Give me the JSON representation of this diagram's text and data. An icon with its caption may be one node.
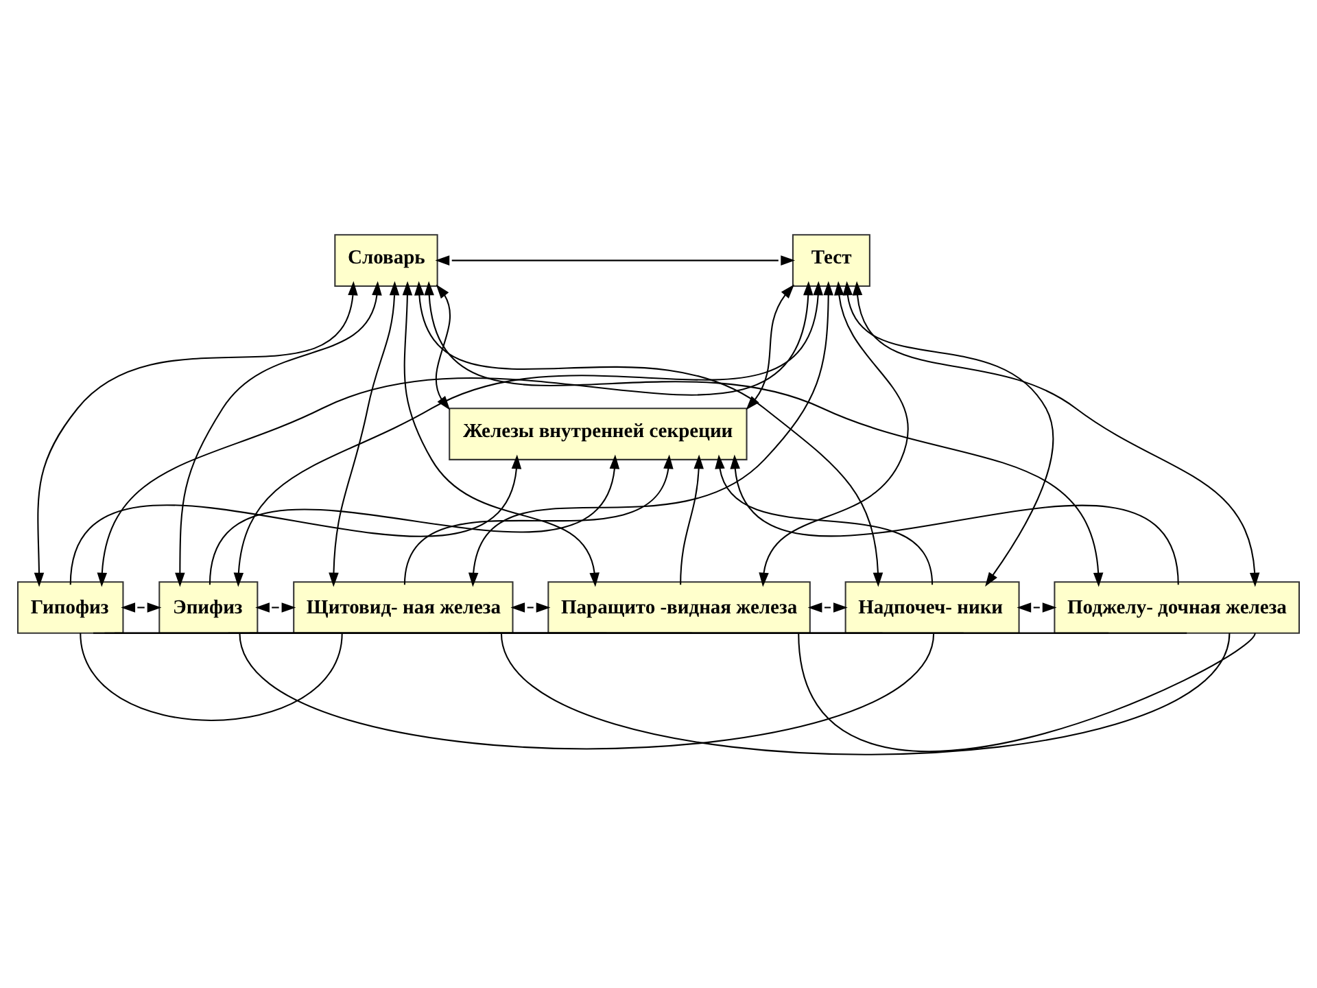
{
  "diagram": {
    "nodes": [
      {
        "text": [
          "Словарь"
        ]
      },
      {
        "text": [
          "Тест"
        ]
      },
      {
        "text": [
          "Железы внутренней секреции"
        ]
      },
      {
        "text": [
          "Гипофиз"
        ]
      },
      {
        "text": [
          "Эпифиз"
        ]
      },
      {
        "text": [
          "Щитовид- ная железа"
        ]
      },
      {
        "text": [
          "Паращито -видная железа"
        ]
      },
      {
        "text": [
          "Надпочеч- ники"
        ]
      },
      {
        "text": [
          "Поджелу- дочная железа"
        ]
      }
    ],
    "edges": [
      {
        "from": 0,
        "to": 1,
        "arrow": "both"
      },
      {
        "from": 0,
        "to": 2,
        "arrow": "both"
      },
      {
        "from": 2,
        "to": 1,
        "arrow": "both"
      },
      {
        "from": 0,
        "to": 3,
        "arrow": "both"
      },
      {
        "from": 0,
        "to": 4,
        "arrow": "both"
      },
      {
        "from": 0,
        "to": 5,
        "arrow": "both"
      },
      {
        "from": 0,
        "to": 6,
        "arrow": "both"
      },
      {
        "from": 0,
        "to": 7,
        "arrow": "both"
      },
      {
        "from": 0,
        "to": 8,
        "arrow": "both"
      },
      {
        "from": 1,
        "to": 3,
        "arrow": "both"
      },
      {
        "from": 1,
        "to": 4,
        "arrow": "both"
      },
      {
        "from": 1,
        "to": 5,
        "arrow": "both"
      },
      {
        "from": 1,
        "to": 6,
        "arrow": "both"
      },
      {
        "from": 1,
        "to": 7,
        "arrow": "both"
      },
      {
        "from": 1,
        "to": 8,
        "arrow": "both"
      },
      {
        "from": 3,
        "to": 2,
        "arrow": "to"
      },
      {
        "from": 4,
        "to": 2,
        "arrow": "to"
      },
      {
        "from": 5,
        "to": 2,
        "arrow": "to"
      },
      {
        "from": 6,
        "to": 2,
        "arrow": "to"
      },
      {
        "from": 7,
        "to": 2,
        "arrow": "to"
      },
      {
        "from": 8,
        "to": 2,
        "arrow": "to"
      },
      {
        "from": 3,
        "to": 4,
        "arrow": "both"
      },
      {
        "from": 4,
        "to": 5,
        "arrow": "both"
      },
      {
        "from": 5,
        "to": 6,
        "arrow": "both"
      },
      {
        "from": 6,
        "to": 7,
        "arrow": "both"
      },
      {
        "from": 7,
        "to": 8,
        "arrow": "both"
      },
      {
        "from": 3,
        "to": 5,
        "arrow": "none"
      },
      {
        "from": 3,
        "to": 6,
        "arrow": "none"
      },
      {
        "from": 3,
        "to": 7,
        "arrow": "none"
      },
      {
        "from": 3,
        "to": 8,
        "arrow": "none"
      },
      {
        "from": 4,
        "to": 6,
        "arrow": "none"
      },
      {
        "from": 4,
        "to": 7,
        "arrow": "none"
      },
      {
        "from": 4,
        "to": 8,
        "arrow": "none"
      },
      {
        "from": 5,
        "to": 7,
        "arrow": "none"
      },
      {
        "from": 5,
        "to": 8,
        "arrow": "none"
      },
      {
        "from": 6,
        "to": 8,
        "arrow": "none"
      }
    ]
  }
}
